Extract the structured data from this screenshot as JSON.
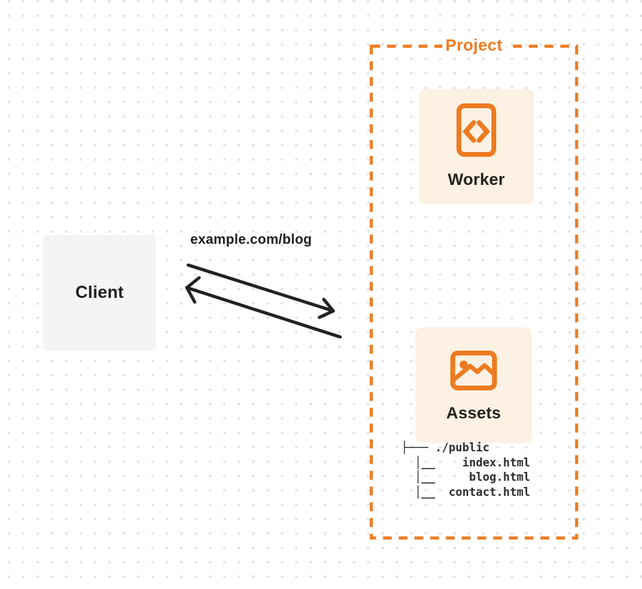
{
  "colors": {
    "orange": "#ED7B21",
    "card-bg": "#FCF1E3",
    "client-bg": "#F4F4F5",
    "ink": "#21201D",
    "dot": "#E4E4E7",
    "page-bg": "#FFFFFF"
  },
  "diagram": {
    "client": {
      "label": "Client"
    },
    "request_label": "example.com/blog",
    "project": {
      "label": "Project",
      "worker": {
        "label": "Worker",
        "icon": "code-file-icon"
      },
      "assets": {
        "label": "Assets",
        "icon": "image-icon",
        "file_tree": [
          "├─── ./public",
          "  │__    index.html",
          "  │__     blog.html",
          "  │__  contact.html"
        ]
      }
    }
  }
}
